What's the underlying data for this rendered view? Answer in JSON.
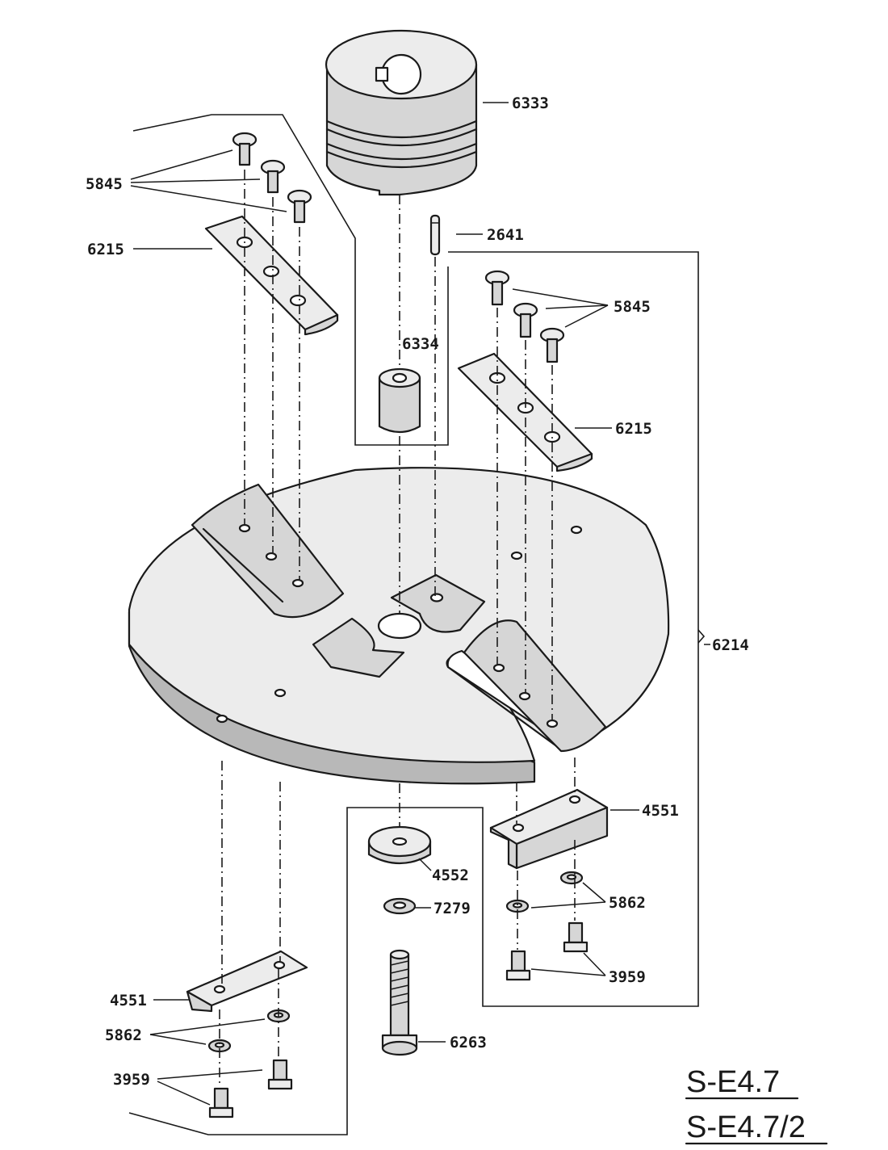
{
  "labels": {
    "pulley": "6333",
    "pin": "2641",
    "screws_top_left": "5845",
    "screws_top_right": "5845",
    "blade_left": "6215",
    "blade_right": "6215",
    "spacer": "6334",
    "disc_assembly": "6214",
    "bracket_right": "4551",
    "bracket_left": "4551",
    "washer_large": "4552",
    "lock_washer": "7279",
    "washers_right": "5862",
    "washers_left": "5862",
    "bolts_right": "3959",
    "bolts_left": "3959",
    "long_bolt": "6263"
  },
  "reference": {
    "line1": "S-E4.7",
    "line2": "S-E4.7/2"
  },
  "colors": {
    "ink": "#1a1a1a",
    "shade_light": "#ececec",
    "shade_mid": "#d6d6d6",
    "shade_dark": "#b8b8b8"
  }
}
